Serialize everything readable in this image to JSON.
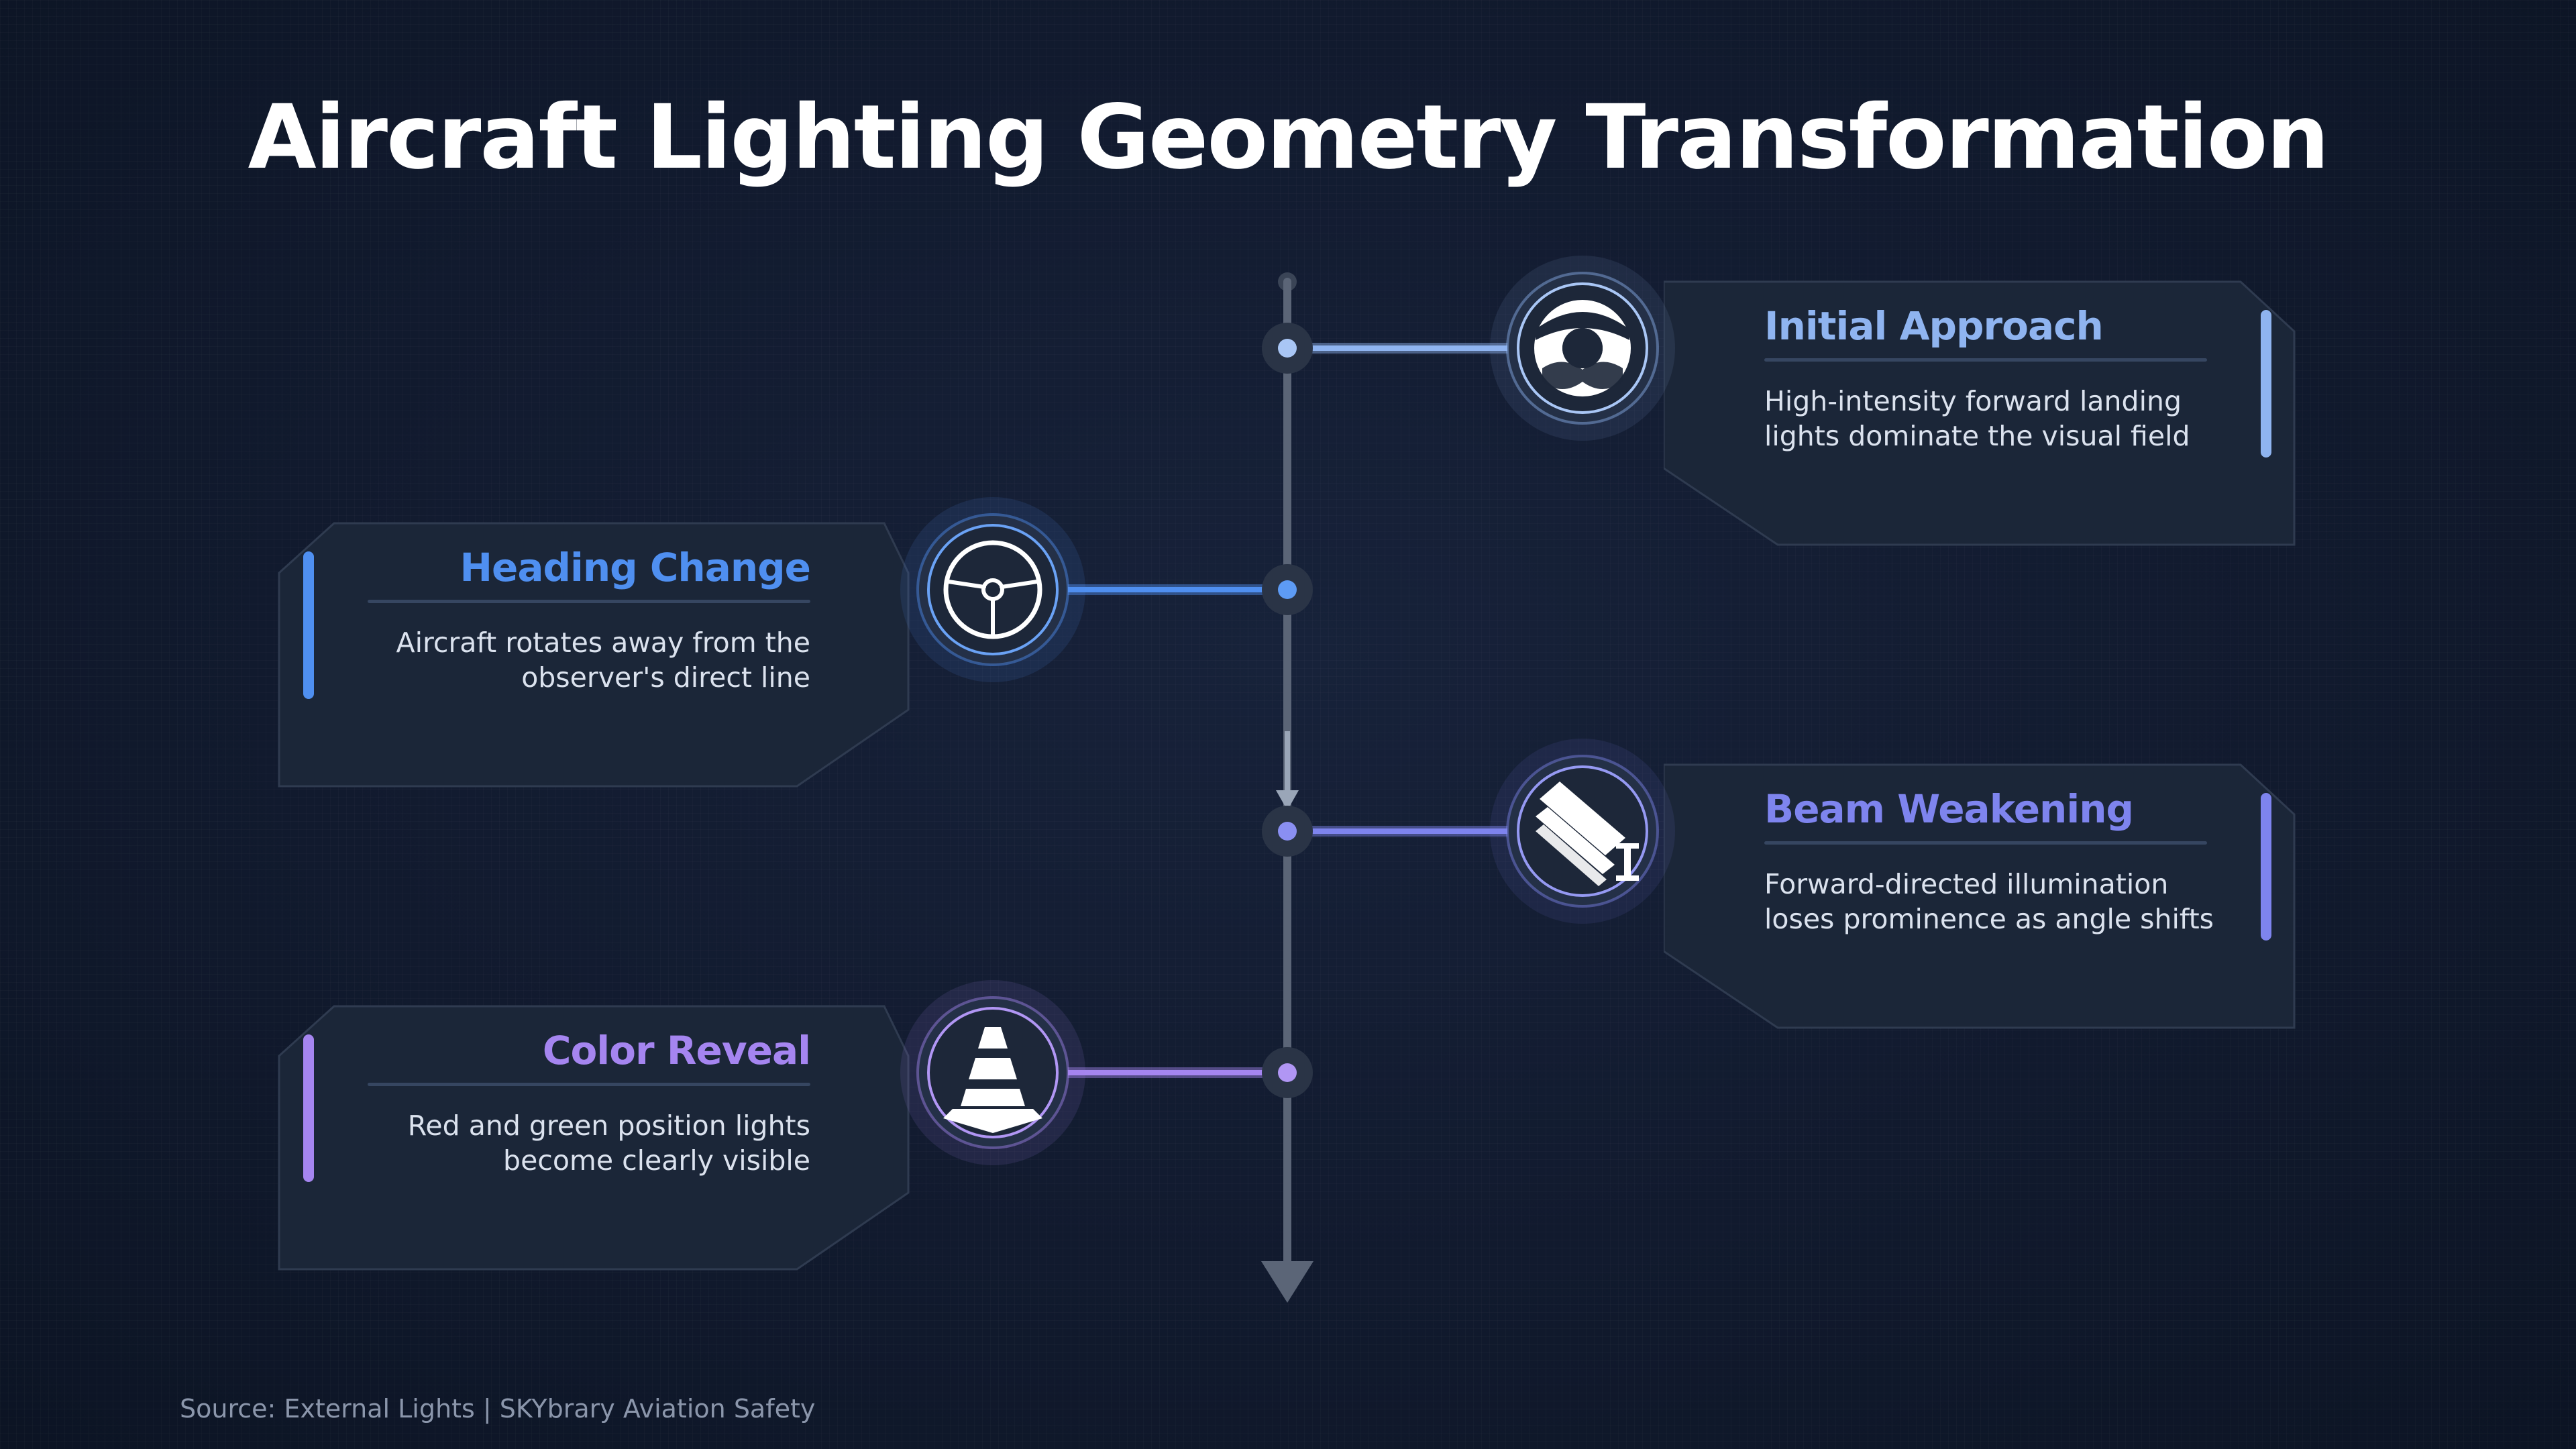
{
  "title": "Aircraft Lighting Geometry Transformation",
  "source": "Source: External Lights | SKYbrary Aviation Safety",
  "colors": {
    "spine": "#5b6577",
    "card_bg": "#1b2638",
    "card_border": "#2f3b50",
    "initial_approach": "#8fb4f0",
    "heading_change": "#4f8ff0",
    "beam_weakening": "#7e84ee",
    "color_reveal": "#a585f0"
  },
  "steps": [
    {
      "title": "Initial Approach",
      "description_line1": "High-intensity forward landing",
      "description_line2": "lights dominate the visual field",
      "icon": "landing-light-icon",
      "accent": "#8fb4f0"
    },
    {
      "title": "Heading Change",
      "description_line1": "Aircraft rotates away from the",
      "description_line2": "observer's direct line",
      "icon": "steering-wheel-icon",
      "accent": "#4f8ff0"
    },
    {
      "title": "Beam Weakening",
      "description_line1": "Forward-directed illumination",
      "description_line2": "loses prominence as angle shifts",
      "icon": "steel-beam-icon",
      "accent": "#7e84ee"
    },
    {
      "title": "Color Reveal",
      "description_line1": "Red and green position lights",
      "description_line2": "become clearly visible",
      "icon": "traffic-cone-icon",
      "accent": "#a585f0"
    }
  ]
}
